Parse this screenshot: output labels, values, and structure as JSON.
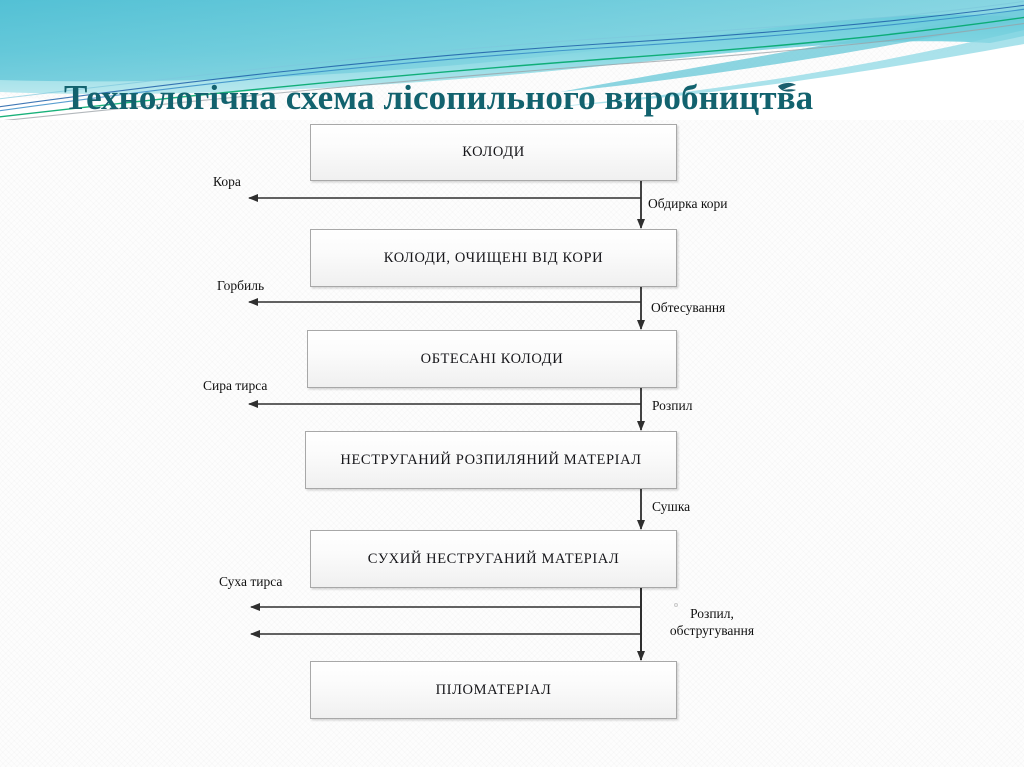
{
  "title": "Технологічна схема лісопильного виробництва",
  "theme": {
    "title_color": "#12626e",
    "wave_primary": "#7fd4de",
    "wave_secondary": "#4fc3d9",
    "wave_accent_green": "#00a86b",
    "wave_accent_blue": "#1f5fa8",
    "node_border": "#a8a8a8",
    "arrow_color": "#333333",
    "background": "#fdfdfd"
  },
  "diagram": {
    "type": "flowchart",
    "nodes": [
      {
        "id": "n1",
        "label": "КОЛОДИ"
      },
      {
        "id": "n2",
        "label": "КОЛОДИ, ОЧИЩЕНІ ВІД КОРИ"
      },
      {
        "id": "n3",
        "label": "ОБТЕСАНІ КОЛОДИ"
      },
      {
        "id": "n4",
        "label": "НЕСТРУГАНИЙ РОЗПИЛЯНИЙ МАТЕРІАЛ"
      },
      {
        "id": "n5",
        "label": "СУХИЙ НЕСТРУГАНИЙ МАТЕРІАЛ"
      },
      {
        "id": "n6",
        "label": "ПІЛОМАТЕРІАЛ"
      }
    ],
    "process_labels": [
      {
        "id": "p1",
        "label": "Обдирка кори"
      },
      {
        "id": "p2",
        "label": "Обтесування"
      },
      {
        "id": "p3",
        "label": "Розпил"
      },
      {
        "id": "p4",
        "label": "Сушка"
      },
      {
        "id": "p5",
        "label": "Розпил, обстругування"
      }
    ],
    "byproduct_labels": [
      {
        "id": "b1",
        "label": "Кора"
      },
      {
        "id": "b2",
        "label": "Горбиль"
      },
      {
        "id": "b3",
        "label": "Сира тирса"
      },
      {
        "id": "b4",
        "label": "Суха тирса"
      }
    ]
  }
}
